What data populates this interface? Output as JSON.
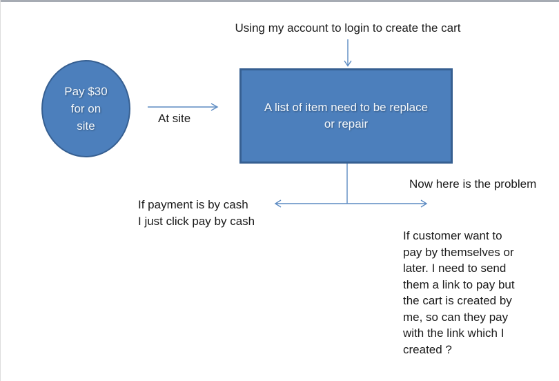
{
  "window": {
    "top_bar_color": "#a6abb3",
    "left_edge_color": "#dcdcdc",
    "background": "#ffffff"
  },
  "colors": {
    "shape_fill": "#4c7fbc",
    "shape_border": "#365f91",
    "connector": "#5b8ac2",
    "note_text": "#1a1a1a",
    "shape_text": "#f2f7fc"
  },
  "diagram": {
    "top_note": "Using my account to login to create the cart",
    "start_ellipse": {
      "label": "Pay $30\nfor on\nsite"
    },
    "at_site_label": "At site",
    "main_box": {
      "label": "A list of item need to be replace\nor repair"
    },
    "problem_note": "Now here is the problem",
    "cash_note": "If payment is by cash\nI just click pay by cash",
    "pay_link_note": "If customer want to\npay by themselves or\nlater. I need to send\nthem a link to pay but\nthe cart is created by\nme, so can they pay\nwith the link which I\ncreated ?"
  }
}
